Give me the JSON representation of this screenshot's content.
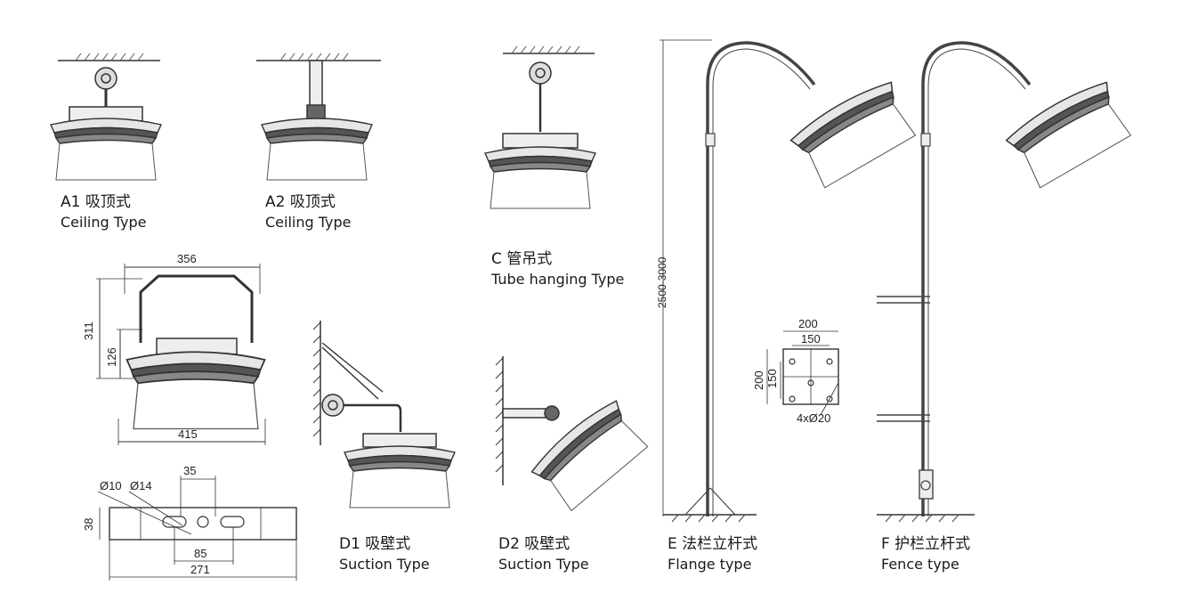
{
  "labels": {
    "a1": {
      "code": "A1 吸顶式",
      "type": "Ceiling  Type"
    },
    "a2": {
      "code": "A2 吸顶式",
      "type": "Ceiling  Type"
    },
    "c": {
      "code": "C 管吊式",
      "type": "Tube hanging Type"
    },
    "d1": {
      "code": "D1 吸壁式",
      "type": "Suction Type"
    },
    "d2": {
      "code": "D2 吸壁式",
      "type": "Suction Type"
    },
    "e": {
      "code": "E 法栏立杆式",
      "type": "Flange type"
    },
    "f": {
      "code": "F 护栏立杆式",
      "type": "Fence type"
    }
  },
  "dimensions": {
    "lamp_top_width": "356",
    "lamp_height": "311",
    "bracket_height": "126",
    "lamp_bottom_width": "415",
    "bracket_hole1": "Ø10",
    "bracket_hole2": "Ø14",
    "bracket_spacing": "35",
    "bracket_height_small": "38",
    "bracket_slot_spacing": "85",
    "bracket_length": "271",
    "pole_height": "2500-3000",
    "flange_outer": "200",
    "flange_inner": "150",
    "flange_outer_v": "200",
    "flange_inner_v": "150",
    "flange_holes": "4xØ20"
  },
  "colors": {
    "line": "#333333",
    "hatch": "#555555",
    "pole": "#444444"
  }
}
